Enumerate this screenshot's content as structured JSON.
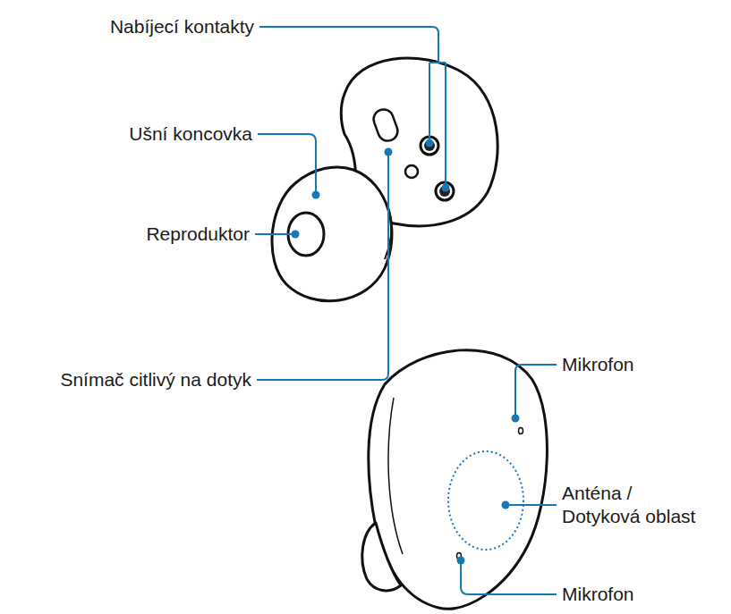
{
  "diagram": {
    "labels": [
      "Nabíjecí kontakty",
      "Ušní koncovka",
      "Reproduktor",
      "Snímač citlivý na dotyk",
      "Mikrofon",
      "Anténa / Dotyková oblast",
      "Mikrofon"
    ]
  }
}
